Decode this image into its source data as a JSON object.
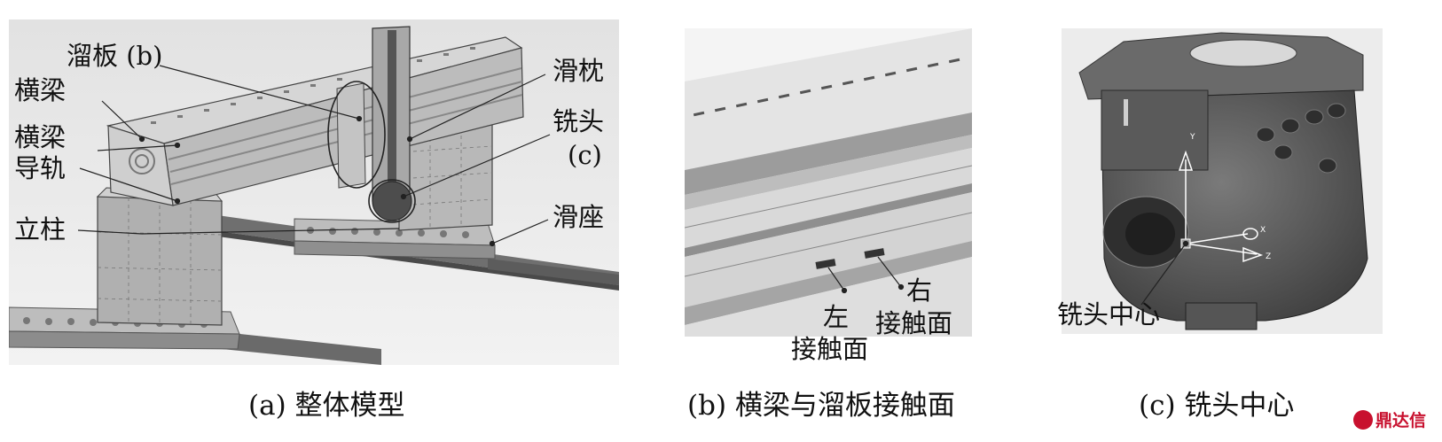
{
  "panel_a": {
    "labels": {
      "liuban_b": "溜板 (b)",
      "hengliang": "横梁",
      "hengliang_daogui_1": "横梁",
      "hengliang_daogui_2": "导轨",
      "lizhu": "立柱",
      "huazhen": "滑枕",
      "xitou": "铣头",
      "xitou_c": "(c)",
      "huazuo": "滑座"
    },
    "caption": "(a) 整体模型"
  },
  "panel_b": {
    "labels": {
      "zuo": "左",
      "zuo_sub": "接触面",
      "you": "右",
      "you_sub": "接触面"
    },
    "caption": "(b) 横梁与溜板接触面"
  },
  "panel_c": {
    "labels": {
      "xitou_zhongxin": "铣头中心",
      "axis_y": "Y",
      "axis_x": "X",
      "axis_z": "Z"
    },
    "caption": "(c) 铣头中心"
  },
  "watermark": "鼎达信"
}
